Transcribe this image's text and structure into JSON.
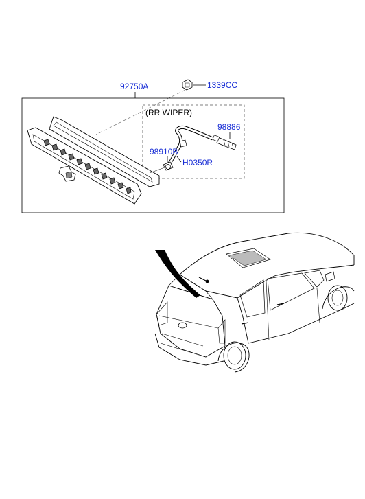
{
  "callouts": {
    "assembly": "92750A",
    "screw": "1339CC",
    "nozzle": "98886",
    "hose_clip": "98910B",
    "hose": "H0350R"
  },
  "inset": {
    "title": "(RR WIPER)"
  },
  "colors": {
    "part_number": "#1a2fd6",
    "line": "#000000",
    "background": "#ffffff"
  }
}
